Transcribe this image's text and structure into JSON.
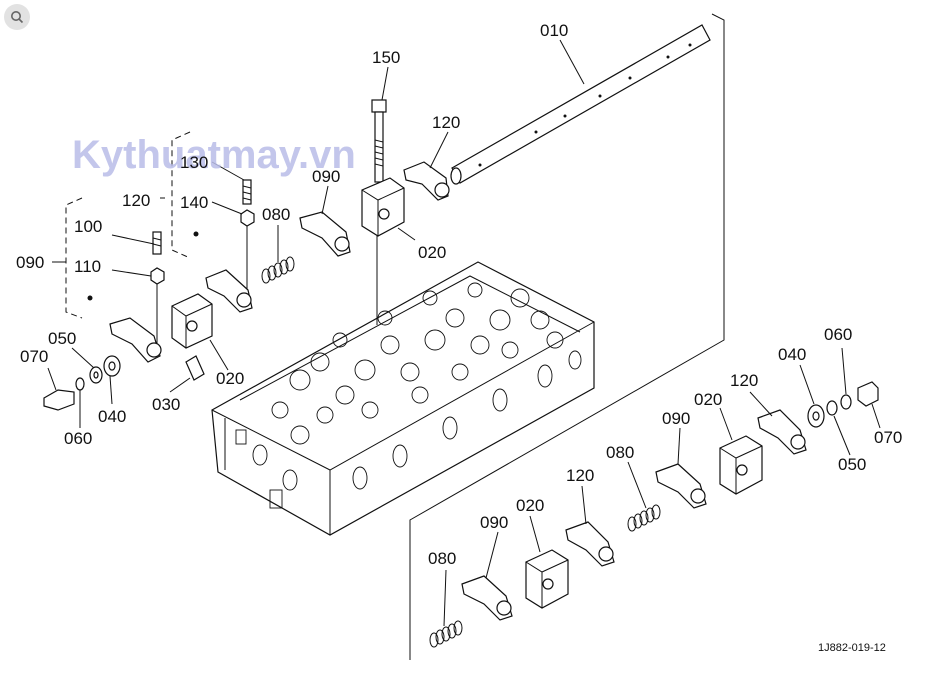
{
  "watermark": "Kythuatmay.vn",
  "drawing_code": "1J882-019-12",
  "labels": {
    "l010": "010",
    "l150": "150",
    "l120a": "120",
    "l130": "130",
    "l120b": "120",
    "l140": "140",
    "l090a": "090",
    "l080a": "080",
    "l100": "100",
    "l090b": "090",
    "l110": "110",
    "l020a": "020",
    "l050a": "050",
    "l070a": "070",
    "l020b": "020",
    "l030": "030",
    "l040a": "040",
    "l060a": "060",
    "l060b": "060",
    "l040b": "040",
    "l120c": "120",
    "l020c": "020",
    "l090c": "090",
    "l070b": "070",
    "l050b": "050",
    "l080b": "080",
    "l120d": "120",
    "l020d": "020",
    "l090d": "090",
    "l080c": "080"
  },
  "icons": {
    "search": "search-icon"
  }
}
